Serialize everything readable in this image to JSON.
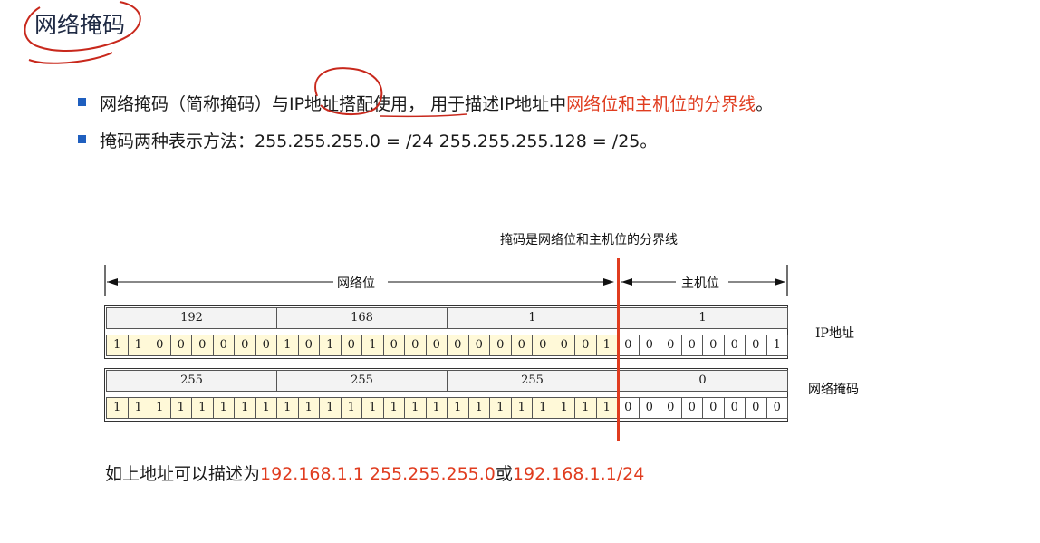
{
  "title": "网络掩码",
  "bullets": [
    {
      "parts": [
        {
          "text": "网络掩码（简称掩码）与IP地址搭配使用，  用于描述IP地址中",
          "color": "normal"
        },
        {
          "text": "网络位和主机位的分界线",
          "color": "red"
        },
        {
          "text": "。",
          "color": "normal"
        }
      ]
    },
    {
      "parts": [
        {
          "text": "掩码两种表示方法：255.255.255.0  = /24     255.255.255.128 = /25。",
          "color": "normal"
        }
      ]
    }
  ],
  "diagram": {
    "boundary_caption": "掩码是网络位和主机位的分界线",
    "network_label": "网络位",
    "host_label": "主机位",
    "ip_label": "IP地址",
    "mask_label": "网络掩码",
    "ip_octets": [
      "192",
      "168",
      "1",
      "1"
    ],
    "ip_bits": [
      "1",
      "1",
      "0",
      "0",
      "0",
      "0",
      "0",
      "0",
      "1",
      "0",
      "1",
      "0",
      "1",
      "0",
      "0",
      "0",
      "0",
      "0",
      "0",
      "0",
      "0",
      "0",
      "0",
      "1",
      "0",
      "0",
      "0",
      "0",
      "0",
      "0",
      "0",
      "1"
    ],
    "mask_octets": [
      "255",
      "255",
      "255",
      "0"
    ],
    "mask_bits": [
      "1",
      "1",
      "1",
      "1",
      "1",
      "1",
      "1",
      "1",
      "1",
      "1",
      "1",
      "1",
      "1",
      "1",
      "1",
      "1",
      "1",
      "1",
      "1",
      "1",
      "1",
      "1",
      "1",
      "1",
      "0",
      "0",
      "0",
      "0",
      "0",
      "0",
      "0",
      "0"
    ],
    "prefix_length": 24
  },
  "summary": {
    "prefix": "如上地址可以描述为",
    "address_mask": "192.168.1.1 255.255.255.0",
    "connector": "或",
    "cidr": "192.168.1.1/24"
  },
  "colors": {
    "accent": "#e03c1f",
    "bullet": "#1f5fbf",
    "network_bit_fill": "#fff9d8",
    "octet_fill": "#f3f3f3"
  }
}
